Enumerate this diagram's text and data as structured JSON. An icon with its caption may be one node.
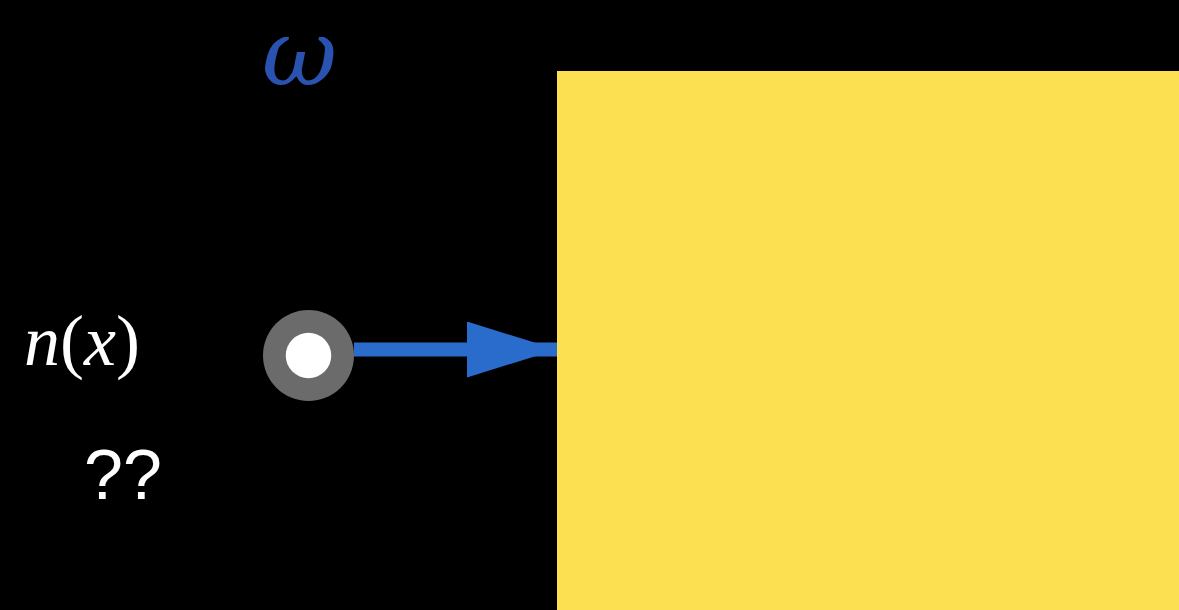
{
  "diagram": {
    "nodes": [
      {
        "text": [],
        "shape": "circle"
      },
      {
        "text": [],
        "shape": "box"
      }
    ],
    "edges": [
      {
        "from": 0,
        "to": 1,
        "arrow": "to",
        "color": "#2a6ccb"
      }
    ],
    "labels": [
      "ω",
      "*n*(*x*)",
      "??"
    ]
  }
}
